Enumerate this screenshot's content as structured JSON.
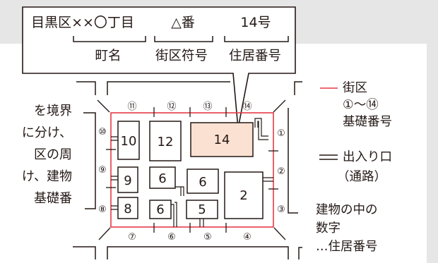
{
  "address": {
    "part1": "目黒区××〇丁目",
    "part2": "△番",
    "part3": "14号",
    "label1": "町名",
    "label2": "街区符号",
    "label3": "住居番号"
  },
  "body_text": [
    "を境界",
    "に分け、",
    "区の周",
    "け、建物",
    "基礎番"
  ],
  "circled_numbers": {
    "n1": "①",
    "n2": "②",
    "n3": "③",
    "n4": "④",
    "n5": "⑤",
    "n6": "⑥",
    "n7": "⑦",
    "n8": "⑧",
    "n9": "⑨",
    "n10": "⑩",
    "n11": "⑪",
    "n12": "⑫",
    "n13": "⑬",
    "n14": "⑭"
  },
  "buildings": {
    "b14": "14",
    "b12": "12",
    "b10": "10",
    "b9": "9",
    "b8": "8",
    "b6a": "6",
    "b6b": "6",
    "b6c": "6",
    "b5": "5",
    "b2": "2"
  },
  "legend": {
    "block_dash": "—",
    "block_label": "街区",
    "block_range": "①〜⑭",
    "block_desc": "基礎番号",
    "entrance_label": "出入り口",
    "entrance_desc": "（通路）",
    "building_line1": "建物の中の",
    "building_line2": "数字",
    "building_line3": "…住居番号"
  },
  "colors": {
    "block_outline": "#e63a46",
    "highlight_fill": "#fbe1d2",
    "ink": "#231815",
    "background": "#e6e6e6"
  }
}
